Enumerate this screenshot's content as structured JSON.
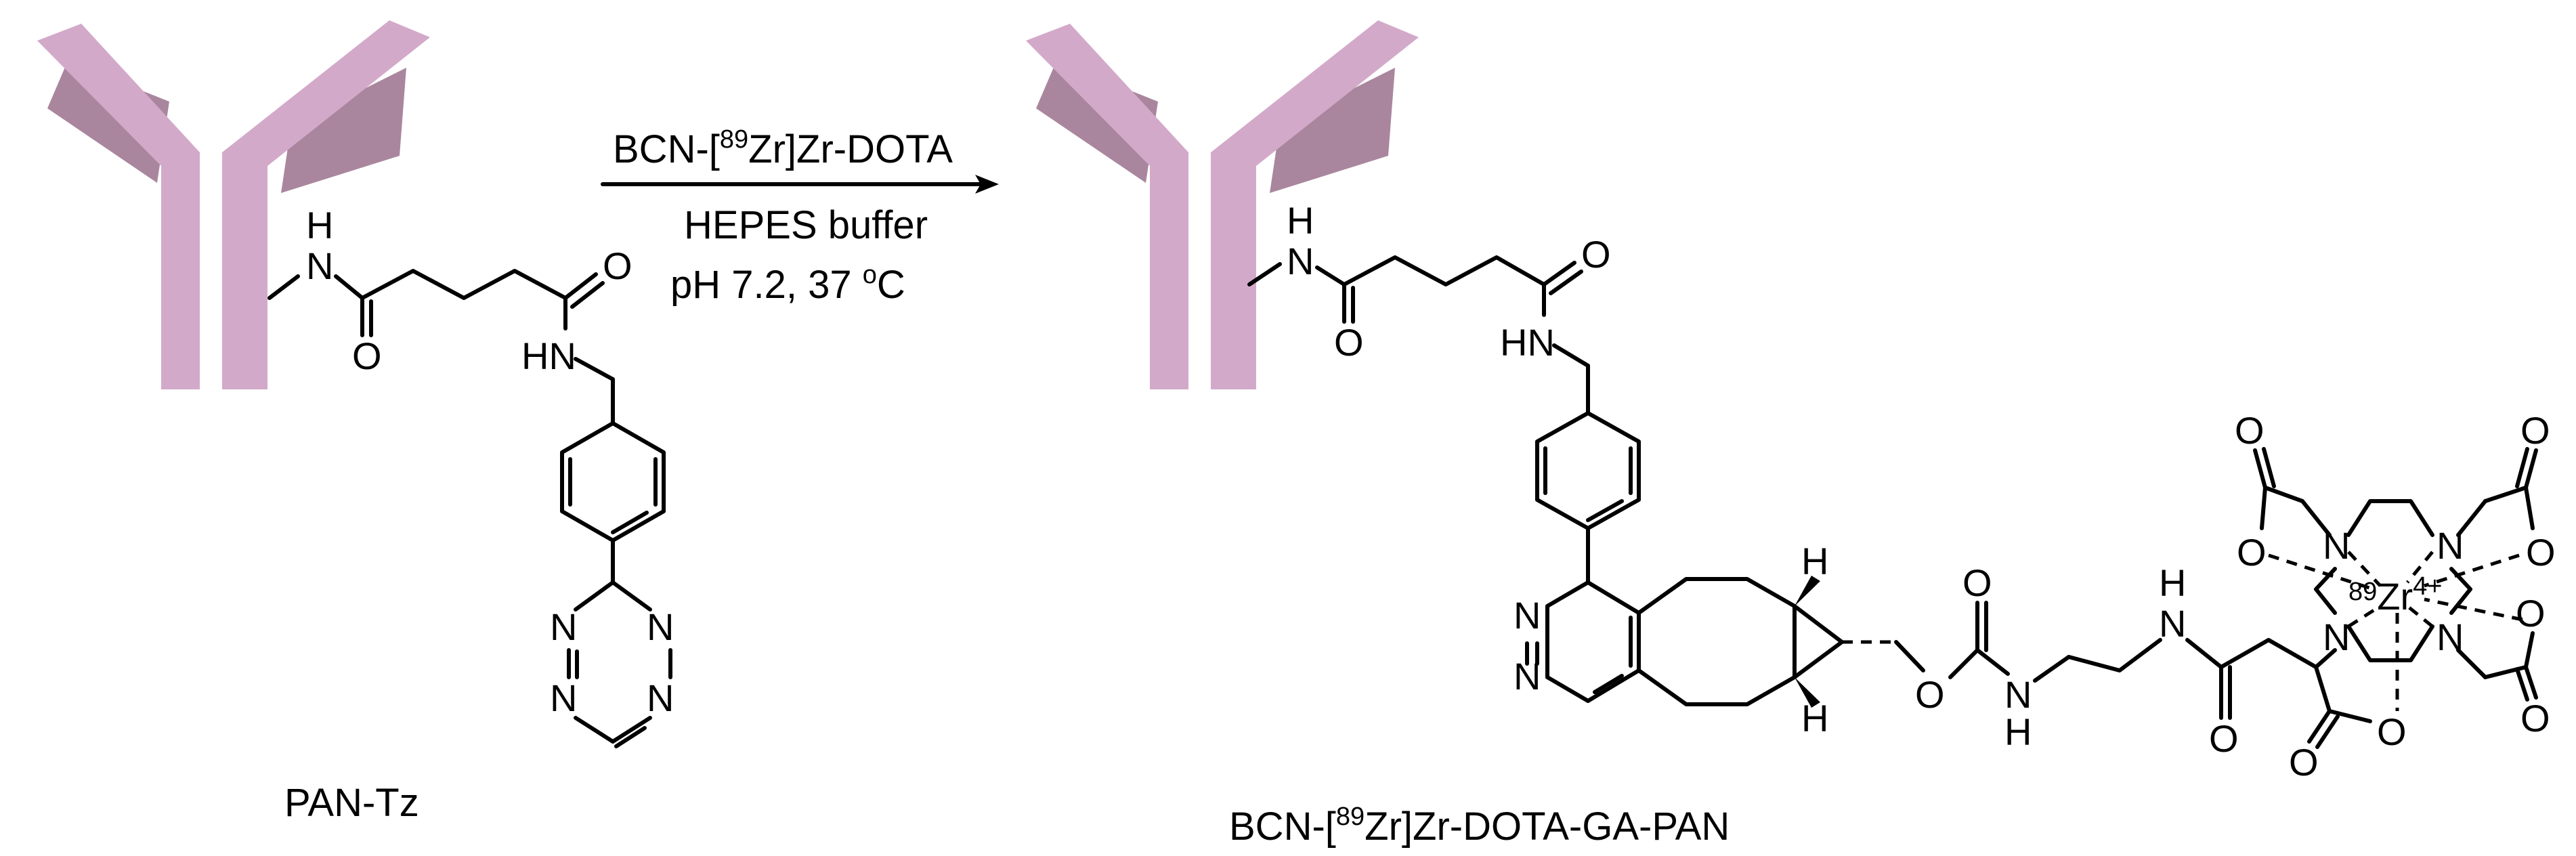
{
  "reactant": {
    "label": "PAN-Tz",
    "atoms": {
      "nh": "H",
      "n": "N",
      "o1": "O",
      "o2": "O",
      "hn": "HN",
      "tz": "N"
    }
  },
  "conditions": {
    "reagent_pre": "BCN-[",
    "reagent_sup": "89",
    "reagent_post": "Zr]Zr-DOTA",
    "line2": "HEPES buffer",
    "line3_pre": "pH 7.2, 37 ",
    "line3_sup": "o",
    "line3_post": "C"
  },
  "product": {
    "label_pre": "BCN-[",
    "label_sup": "89",
    "label_post": "Zr]Zr-DOTA-GA-PAN",
    "atoms": {
      "h": "H",
      "n": "N",
      "o": "O",
      "hn": "HN",
      "zr": "Zr",
      "zr_mass": "89",
      "zr_charge": "4+"
    }
  },
  "colors": {
    "antibody_light": "#d3a9c9",
    "antibody_dark": "#a9869e",
    "ink": "#000000"
  }
}
